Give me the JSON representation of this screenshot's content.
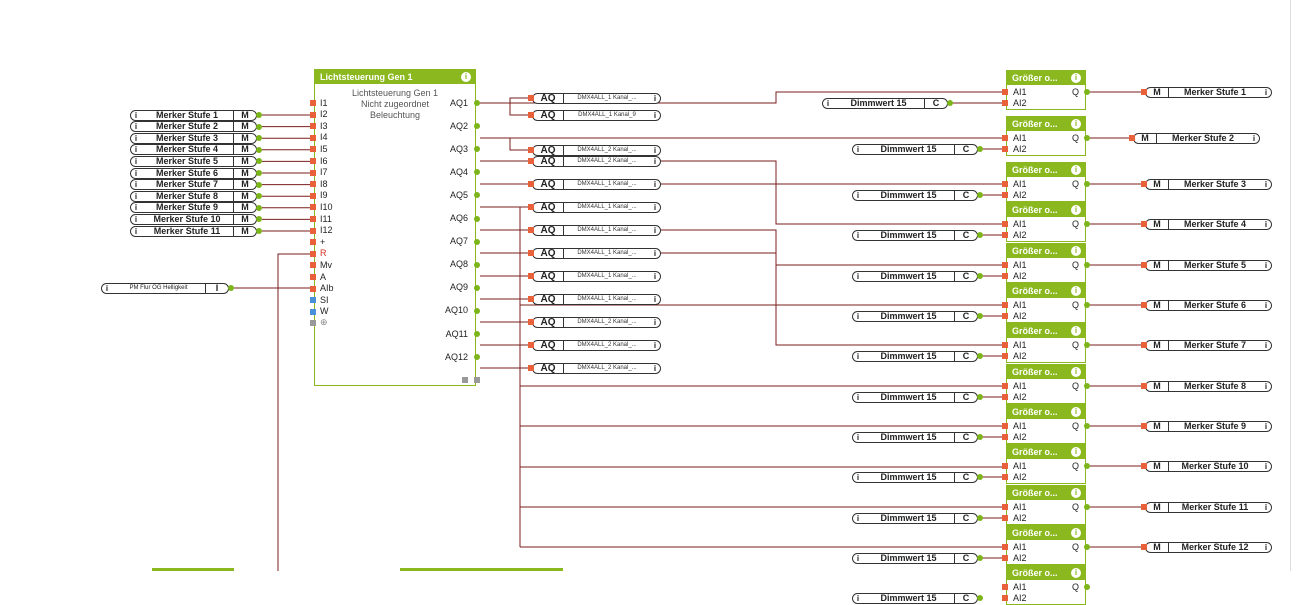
{
  "main_block": {
    "title": "Lichtsteuerung Gen 1",
    "description": [
      "Lichtsteuerung Gen 1",
      "Nicht zugeordnet",
      "Beleuchtung"
    ],
    "inputs": [
      "I1",
      "I2",
      "I3",
      "I4",
      "I5",
      "I6",
      "I7",
      "I8",
      "I9",
      "I10",
      "I11",
      "I12",
      "+",
      "R",
      "Mv",
      "A",
      "AIb",
      "SI",
      "W"
    ],
    "outputs": [
      "AQ1",
      "AQ2",
      "AQ3",
      "AQ4",
      "AQ5",
      "AQ6",
      "AQ7",
      "AQ8",
      "AQ9",
      "AQ10",
      "AQ11",
      "AQ12"
    ]
  },
  "info_icon": "i",
  "merker_inputs": [
    {
      "label": "Merker Stufe 1",
      "type": "M"
    },
    {
      "label": "Merker Stufe 2",
      "type": "M"
    },
    {
      "label": "Merker Stufe 3",
      "type": "M"
    },
    {
      "label": "Merker Stufe 4",
      "type": "M"
    },
    {
      "label": "Merker Stufe 5",
      "type": "M"
    },
    {
      "label": "Merker Stufe 6",
      "type": "M"
    },
    {
      "label": "Merker Stufe 7",
      "type": "M"
    },
    {
      "label": "Merker Stufe 8",
      "type": "M"
    },
    {
      "label": "Merker Stufe 9",
      "type": "M"
    },
    {
      "label": "Merker Stufe 10",
      "type": "M"
    },
    {
      "label": "Merker Stufe 11",
      "type": "M"
    }
  ],
  "brightness_input": {
    "label": "PM Flur OG Helligkeit",
    "type": "I"
  },
  "aq_outputs": [
    {
      "type": "AQ",
      "label": "DMX4ALL_1 Kanal_..."
    },
    {
      "type": "AQ",
      "label": "DMX4ALL_1 Kanal_9"
    },
    {
      "type": "AQ",
      "label": "DMX4ALL_2 Kanal_..."
    },
    {
      "type": "AQ",
      "label": "DMX4ALL_2 Kanal_..."
    },
    {
      "type": "AQ",
      "label": "DMX4ALL_1 Kanal_..."
    },
    {
      "type": "AQ",
      "label": "DMX4ALL_1 Kanal_..."
    },
    {
      "type": "AQ",
      "label": "DMX4ALL_1 Kanal_..."
    },
    {
      "type": "AQ",
      "label": "DMX4ALL_1 Kanal_..."
    },
    {
      "type": "AQ",
      "label": "DMX4ALL_1 Kanal_..."
    },
    {
      "type": "AQ",
      "label": "DMX4ALL_1 Kanal_..."
    },
    {
      "type": "AQ",
      "label": "DMX4ALL_2 Kanal_..."
    },
    {
      "type": "AQ",
      "label": "DMX4ALL_2 Kanal_..."
    },
    {
      "type": "AQ",
      "label": "DMX4ALL_2 Kanal_..."
    }
  ],
  "compare_blocks": {
    "title": "Größer o...",
    "inputs": [
      "AI1",
      "AI2"
    ],
    "output": "Q",
    "constant": {
      "label": "Dimmwert 15",
      "type": "C"
    }
  },
  "merker_outputs": [
    {
      "label": "Merker Stufe 1",
      "type": "M"
    },
    {
      "label": "Merker Stufe 2",
      "type": "M"
    },
    {
      "label": "Merker Stufe 3",
      "type": "M"
    },
    {
      "label": "Merker Stufe 4",
      "type": "M"
    },
    {
      "label": "Merker Stufe 5",
      "type": "M"
    },
    {
      "label": "Merker Stufe 6",
      "type": "M"
    },
    {
      "label": "Merker Stufe 7",
      "type": "M"
    },
    {
      "label": "Merker Stufe 8",
      "type": "M"
    },
    {
      "label": "Merker Stufe 9",
      "type": "M"
    },
    {
      "label": "Merker Stufe 10",
      "type": "M"
    },
    {
      "label": "Merker Stufe 11",
      "type": "M"
    },
    {
      "label": "Merker Stufe 12",
      "type": "M"
    }
  ],
  "colors": {
    "block_green": "#8ab81e",
    "wire": "#7a1e1e",
    "pin_red": "#e8613a",
    "pin_green": "#7cb519"
  }
}
